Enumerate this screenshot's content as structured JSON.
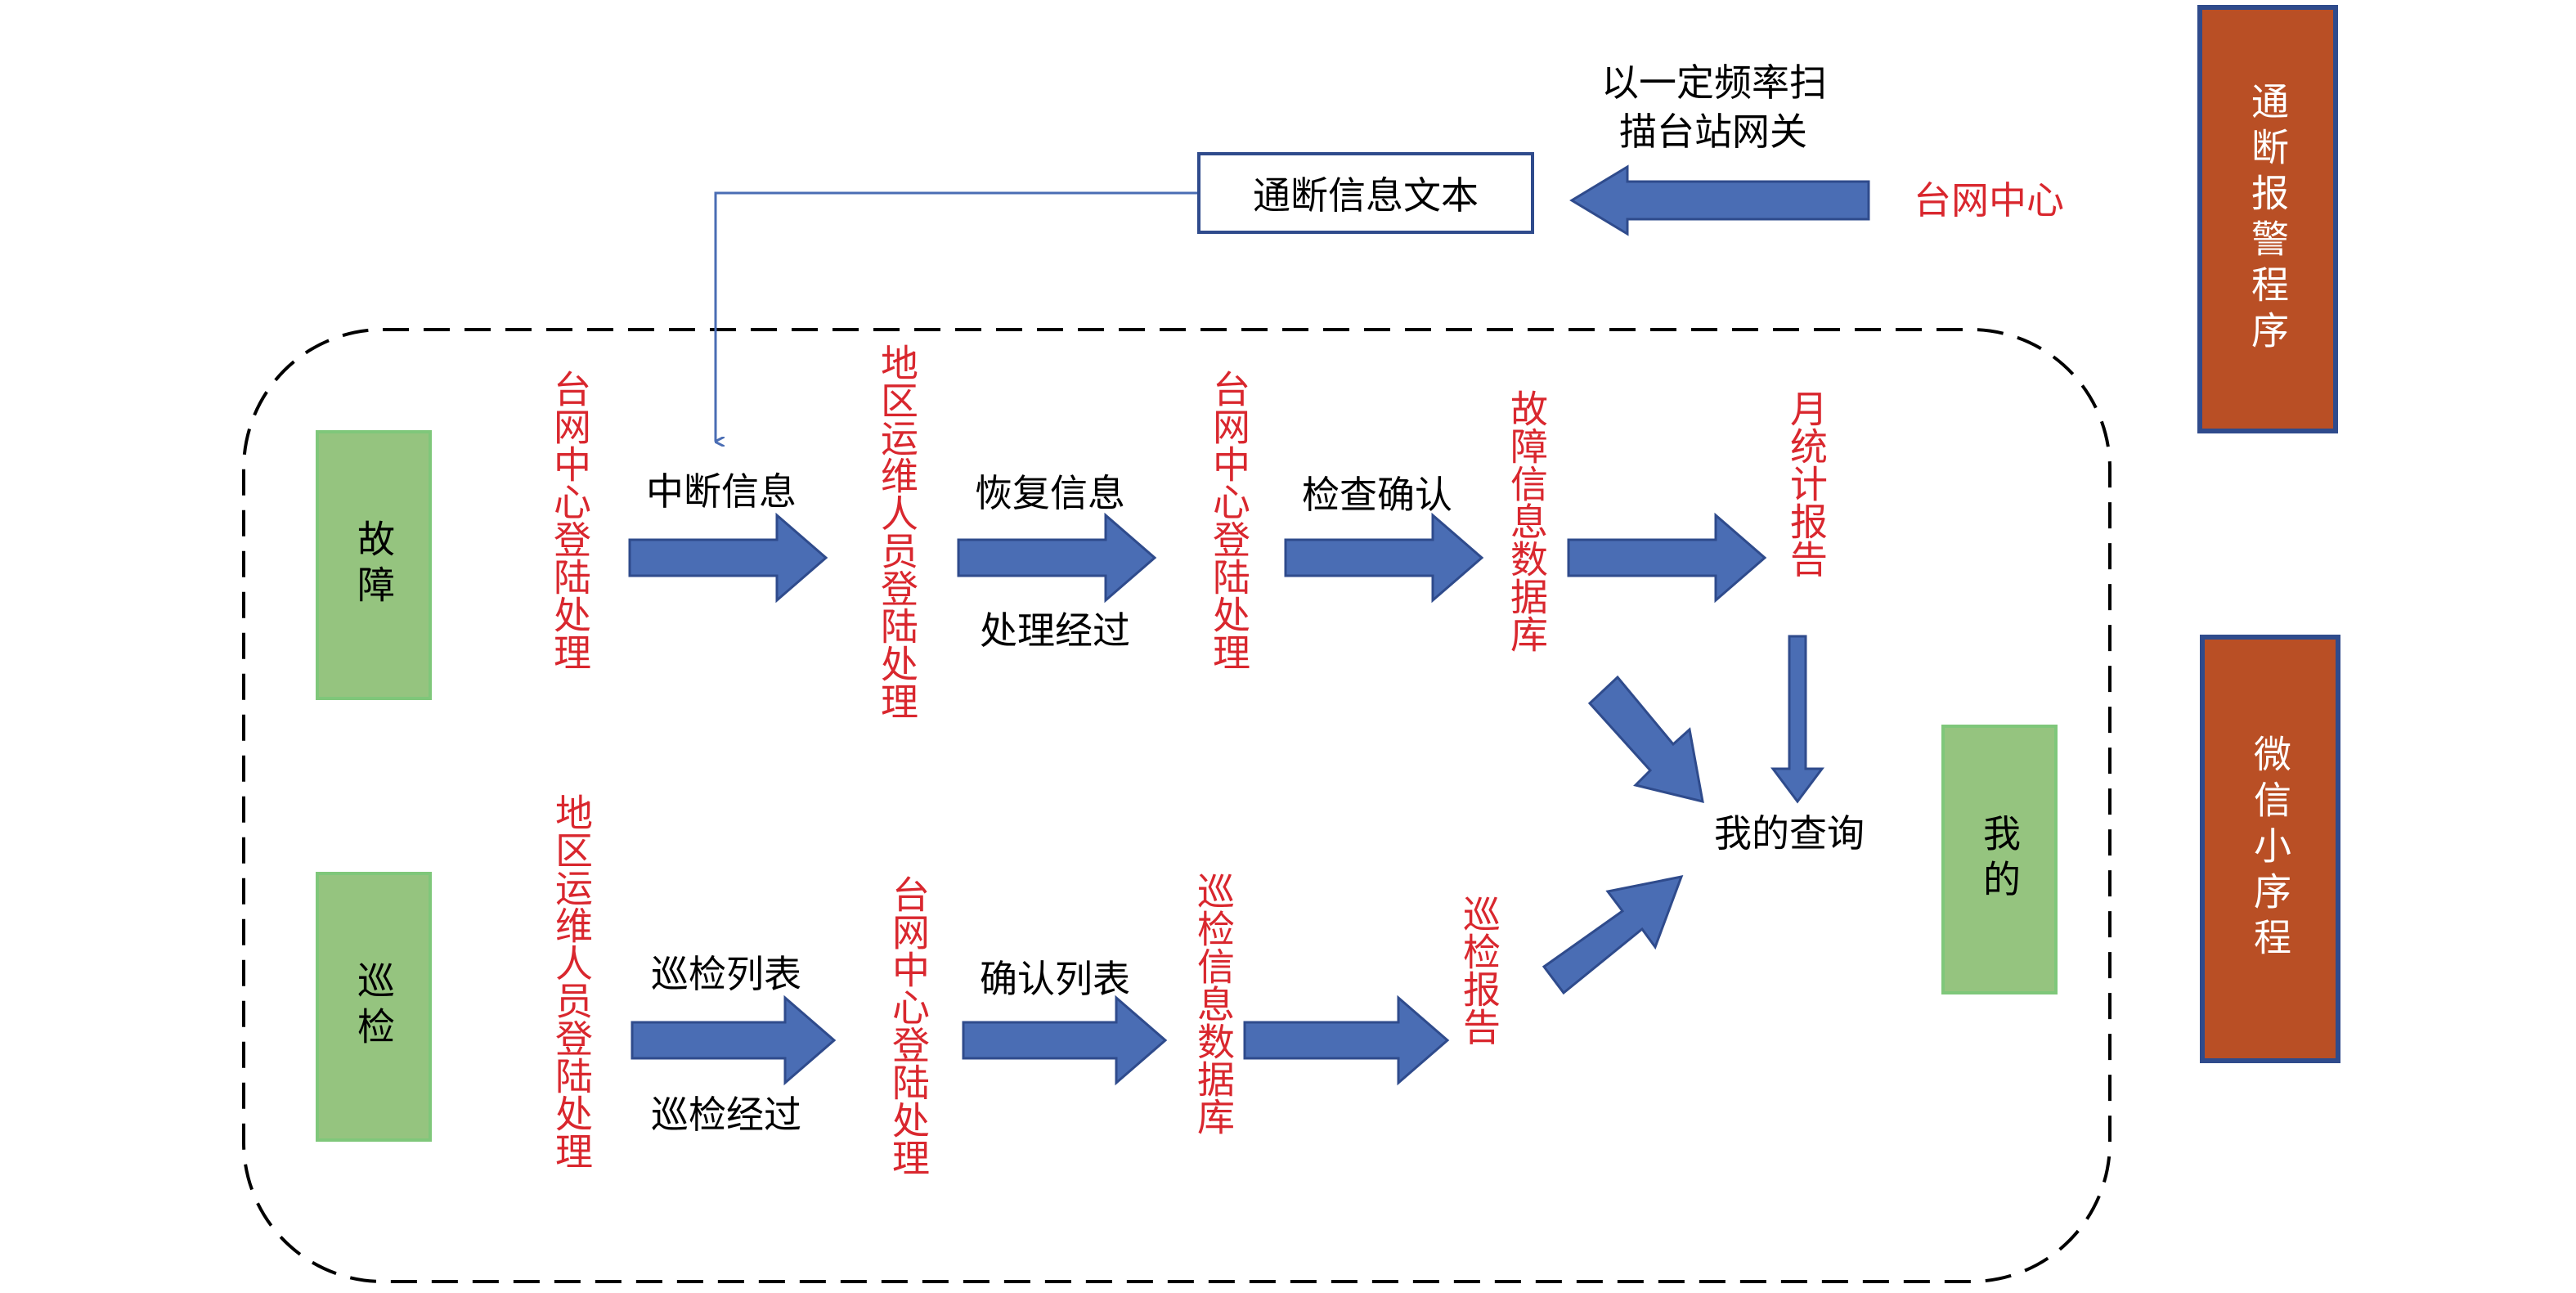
{
  "alarm_program": "通断报警程序",
  "wechat_program": "微信小序程",
  "gateway_note_line1": "以一定频率扫",
  "gateway_note_line2": "描台站网关",
  "network_center": "台网中心",
  "status_text_box": "通断信息文本",
  "fault": "故障",
  "inspection": "巡检",
  "mine": "我的",
  "center_login": "台网中心登陆处理",
  "region_login": "地区运维人员登陆处理",
  "interrupt_info": "中断信息",
  "recovery_info": "恢复信息",
  "handling_process": "处理经过",
  "check_confirm": "检查确认",
  "fault_db": "故障信息数据库",
  "monthly_report": "月统计报告",
  "my_query": "我的查询",
  "inspection_list": "巡检列表",
  "inspection_process": "巡检经过",
  "confirm_list": "确认列表",
  "inspection_db": "巡检信息数据库",
  "inspection_report": "巡检报告",
  "colors": {
    "arrow_fill": "#4a6db4",
    "arrow_stroke": "#2f4b8c",
    "red_text": "#d9272e",
    "green_box": "#95c47f",
    "orange_box": "#b94f25"
  }
}
